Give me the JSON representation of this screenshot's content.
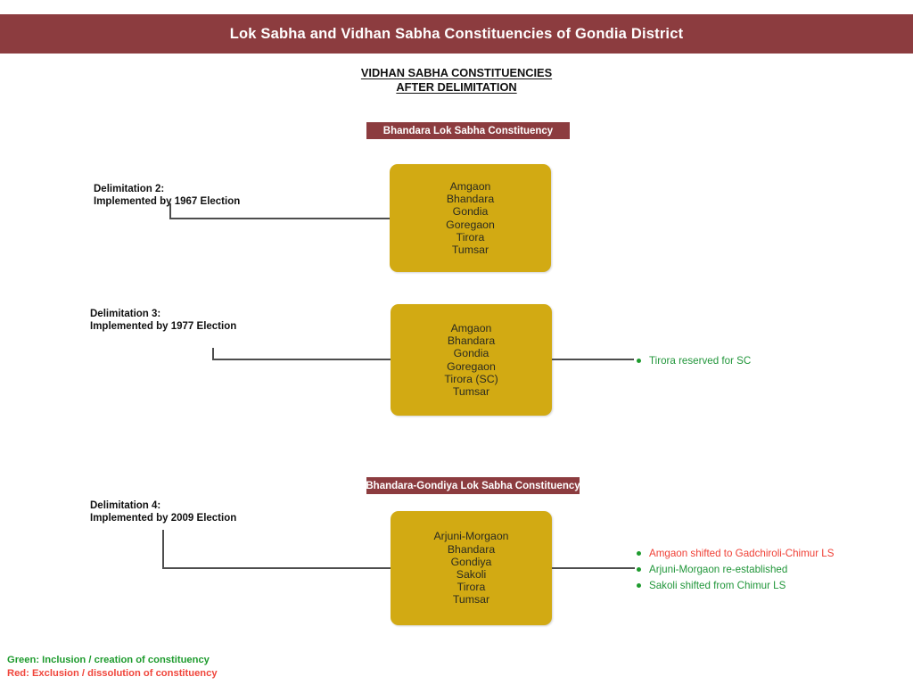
{
  "banner": {
    "title": "Lok Sabha and Vidhan Sabha Constituencies of Gondia District",
    "background_color": "#8c3c3f",
    "text_color": "#ffffff"
  },
  "section_heading": {
    "line1": "VIDHAN SABHA CONSTITUENCIES",
    "line2": "AFTER DELIMITATION"
  },
  "colors": {
    "maroon": "#8c3c3f",
    "yellow_box": "#d2aa13",
    "green": "#21963a",
    "red": "#ef4036",
    "connector": "#4d4d4d"
  },
  "lok_sabha_pills": [
    {
      "label": "Bhandara Lok Sabha Constituency"
    },
    {
      "label": "Bhandara-Gondiya Lok Sabha Constituency"
    }
  ],
  "delimitations": [
    {
      "id": "delimitation-2",
      "label_line1": "Delimitation 2:",
      "label_line2": "Implemented by 1967 Election",
      "constituencies": [
        "Amgaon",
        "Bhandara",
        "Gondia",
        "Goregaon",
        "Tirora",
        "Tumsar"
      ],
      "annotations": []
    },
    {
      "id": "delimitation-3",
      "label_line1": "Delimitation 3:",
      "label_line2": "Implemented by 1977 Election",
      "constituencies": [
        "Amgaon",
        "Bhandara",
        "Gondia",
        "Goregaon",
        "Tirora (SC)",
        "Tumsar"
      ],
      "annotations": [
        {
          "text": "Tirora reserved for SC",
          "type": "green"
        }
      ]
    },
    {
      "id": "delimitation-4",
      "label_line1": "Delimitation 4:",
      "label_line2": "Implemented by 2009 Election",
      "constituencies": [
        "Arjuni-Morgaon",
        "Bhandara",
        "Gondiya",
        "Sakoli",
        "Tirora",
        "Tumsar"
      ],
      "annotations": [
        {
          "text": "Amgaon shifted to Gadchiroli-Chimur LS",
          "type": "red"
        },
        {
          "text": "Arjuni-Morgaon re-established",
          "type": "green"
        },
        {
          "text": "Sakoli shifted from Chimur LS",
          "type": "green"
        }
      ]
    }
  ],
  "legend": {
    "green_line": "Green: Inclusion / creation of constituency",
    "red_line": "Red: Exclusion / dissolution of constituency"
  }
}
